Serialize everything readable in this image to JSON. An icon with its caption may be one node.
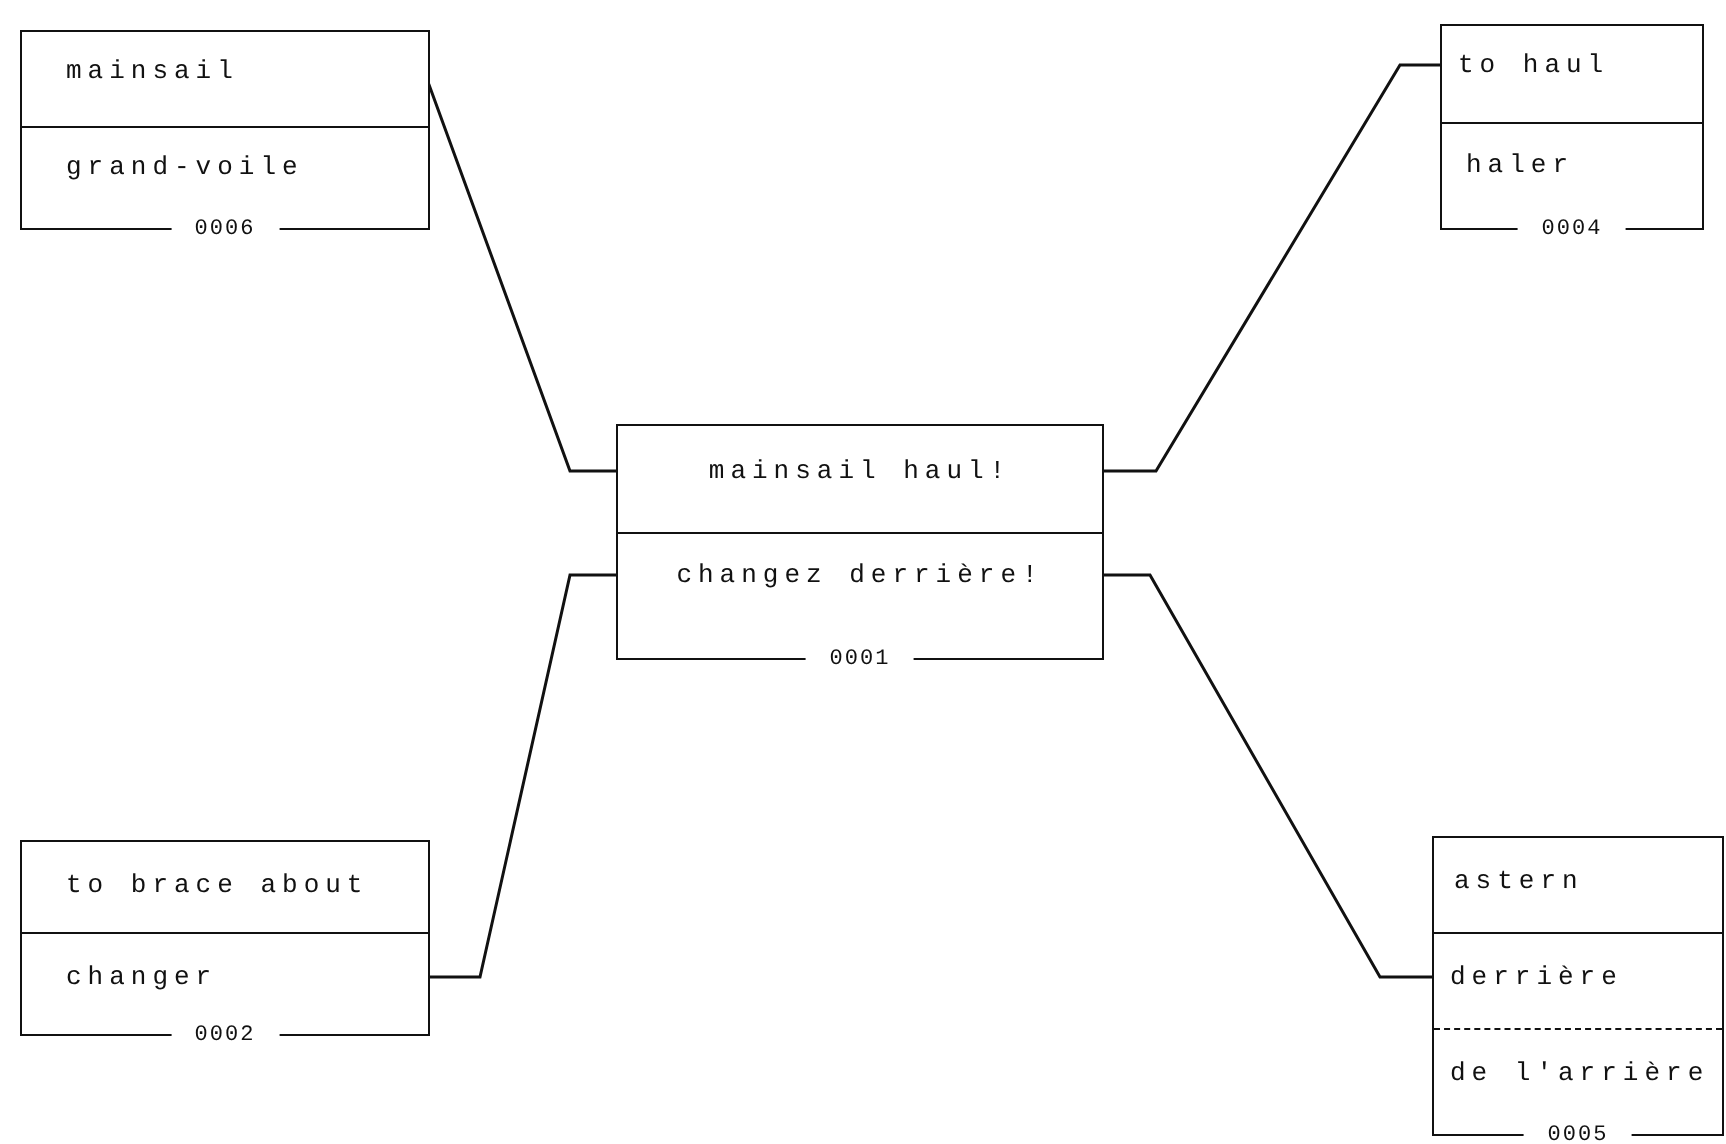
{
  "diagram": {
    "nodes": [
      {
        "text": [
          "0006"
        ]
      },
      {
        "text": [
          "mainsail"
        ],
        "in": 0
      },
      {
        "text": [
          "grand-voile"
        ],
        "in": 0
      },
      {
        "text": [
          "0004"
        ]
      },
      {
        "text": [
          "to haul"
        ],
        "in": 3
      },
      {
        "text": [
          "haler"
        ],
        "in": 3
      },
      {
        "text": [
          "0001"
        ]
      },
      {
        "text": [
          "mainsail haul!"
        ],
        "in": 6
      },
      {
        "text": [
          "changez derrière!"
        ],
        "in": 6
      },
      {
        "text": [
          "0002"
        ]
      },
      {
        "text": [
          "to brace about"
        ],
        "in": 9
      },
      {
        "text": [
          "changer"
        ],
        "in": 9
      },
      {
        "text": [
          "0005"
        ]
      },
      {
        "text": [
          "astern"
        ],
        "in": 12
      },
      {
        "text": [
          "derrière"
        ],
        "in": 12
      },
      {
        "text": [
          "de l'arrière"
        ],
        "in": 12
      }
    ],
    "edges": [
      {
        "from": 1,
        "to": 7,
        "arrow": "none"
      },
      {
        "from": 4,
        "to": 7,
        "arrow": "none"
      },
      {
        "from": 11,
        "to": 8,
        "arrow": "none"
      },
      {
        "from": 14,
        "to": 8,
        "arrow": "none"
      }
    ]
  }
}
